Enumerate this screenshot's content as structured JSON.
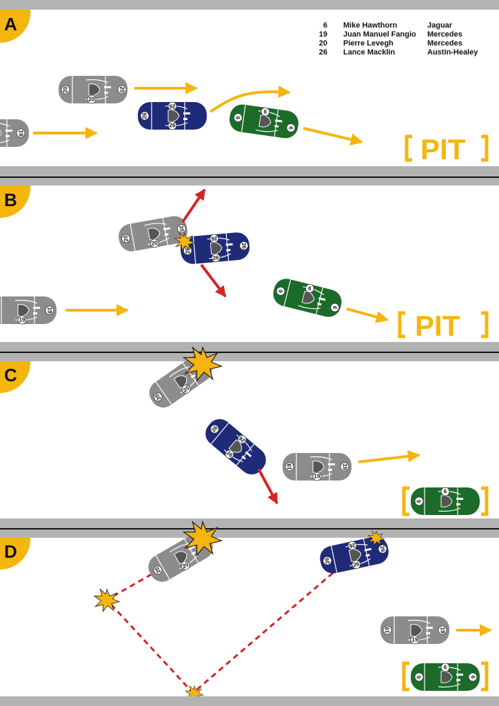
{
  "colors": {
    "road_gray": "#b3b3b3",
    "divider": "#111111",
    "tab_yellow": "#f5b50f",
    "arrow_yellow": "#f5b50f",
    "impact_red": "#d42424",
    "car_gray": "#8c8c8c",
    "car_blue": "#1f2a78",
    "car_green": "#1d6b2a",
    "burst": "#f5b50f"
  },
  "panels": [
    {
      "label": "A"
    },
    {
      "label": "B"
    },
    {
      "label": "C"
    },
    {
      "label": "D"
    }
  ],
  "legend": [
    {
      "number": "6",
      "driver": "Mike Hawthorn",
      "team": "Jaguar"
    },
    {
      "number": "19",
      "driver": "Juan Manuel Fangio",
      "team": "Mercedes"
    },
    {
      "number": "20",
      "driver": "Pierre Levegh",
      "team": "Mercedes"
    },
    {
      "number": "26",
      "driver": "Lance Macklin",
      "team": "Austin-Healey"
    }
  ],
  "pit_label": "PIT",
  "cars": {
    "6": {
      "number": "6",
      "color_key": "car_green",
      "icon": "jaguar-car-icon"
    },
    "19": {
      "number": "19",
      "color_key": "car_gray",
      "icon": "mercedes-car-icon"
    },
    "20": {
      "number": "20",
      "color_key": "car_gray",
      "icon": "mercedes-car-icon"
    },
    "26": {
      "number": "26",
      "color_key": "car_blue",
      "icon": "austin-healey-car-icon"
    }
  }
}
